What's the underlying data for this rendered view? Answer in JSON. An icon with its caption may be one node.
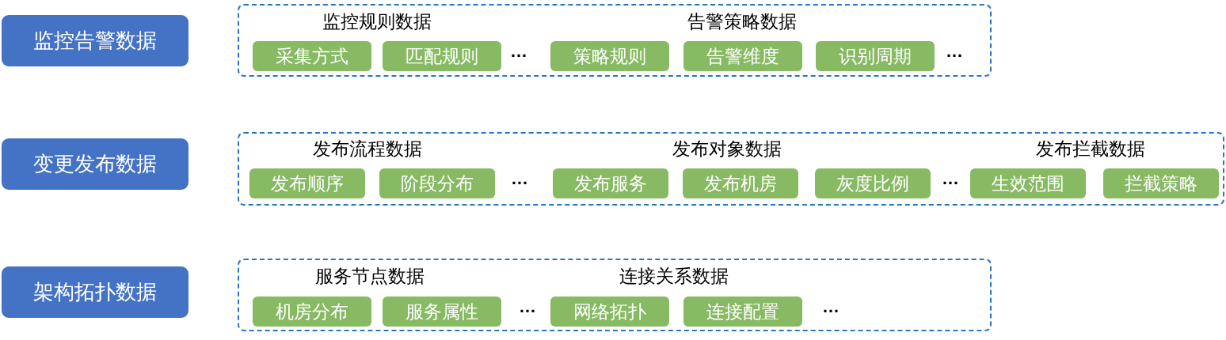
{
  "diagram": {
    "nodes": [
      {
        "text": [
          "监控告警数据"
        ]
      },
      {
        "text": [
          "监控规则数据",
          "告警策略数据"
        ]
      },
      {
        "text": [
          "采集方式"
        ],
        "in": 1
      },
      {
        "text": [
          "匹配规则"
        ],
        "in": 1
      },
      {
        "text": [
          "策略规则"
        ],
        "in": 1
      },
      {
        "text": [
          "告警维度"
        ],
        "in": 1
      },
      {
        "text": [
          "识别周期"
        ],
        "in": 1
      },
      {
        "text": [
          "变更发布数据"
        ]
      },
      {
        "text": [
          "发布流程数据",
          "发布对象数据",
          "发布拦截数据"
        ]
      },
      {
        "text": [
          "发布顺序"
        ],
        "in": 8
      },
      {
        "text": [
          "阶段分布"
        ],
        "in": 8
      },
      {
        "text": [
          "发布服务"
        ],
        "in": 8
      },
      {
        "text": [
          "发布机房"
        ],
        "in": 8
      },
      {
        "text": [
          "灰度比例"
        ],
        "in": 8
      },
      {
        "text": [
          "生效范围"
        ],
        "in": 8
      },
      {
        "text": [
          "拦截策略"
        ],
        "in": 8
      },
      {
        "text": [
          "架构拓扑数据"
        ]
      },
      {
        "text": [
          "服务节点数据",
          "连接关系数据"
        ]
      },
      {
        "text": [
          "机房分布"
        ],
        "in": 17
      },
      {
        "text": [
          "服务属性"
        ],
        "in": 17
      },
      {
        "text": [
          "网络拓扑"
        ],
        "in": 17
      },
      {
        "text": [
          "连接配置"
        ],
        "in": 17
      }
    ],
    "labels": [
      "…",
      "…",
      "…",
      "…",
      "…",
      "…"
    ]
  }
}
